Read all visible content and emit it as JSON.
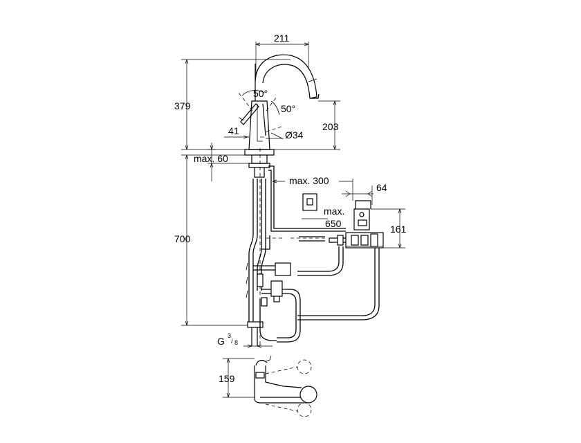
{
  "dimensions": {
    "width_top": "211",
    "height_upper": "379",
    "angle_left": "50°",
    "angle_right": "50°",
    "spout_height": "203",
    "left_offset": "41",
    "diameter": "Ø34",
    "max_thickness": "max. 60",
    "max_hose_length": "max. 300",
    "box_offset": "64",
    "max_length_label": "max.",
    "max_length_value": "650",
    "box_height": "161",
    "height_lower": "700",
    "thread_prefix": "G",
    "thread_num": "3",
    "thread_den": "8",
    "base_depth": "159"
  }
}
